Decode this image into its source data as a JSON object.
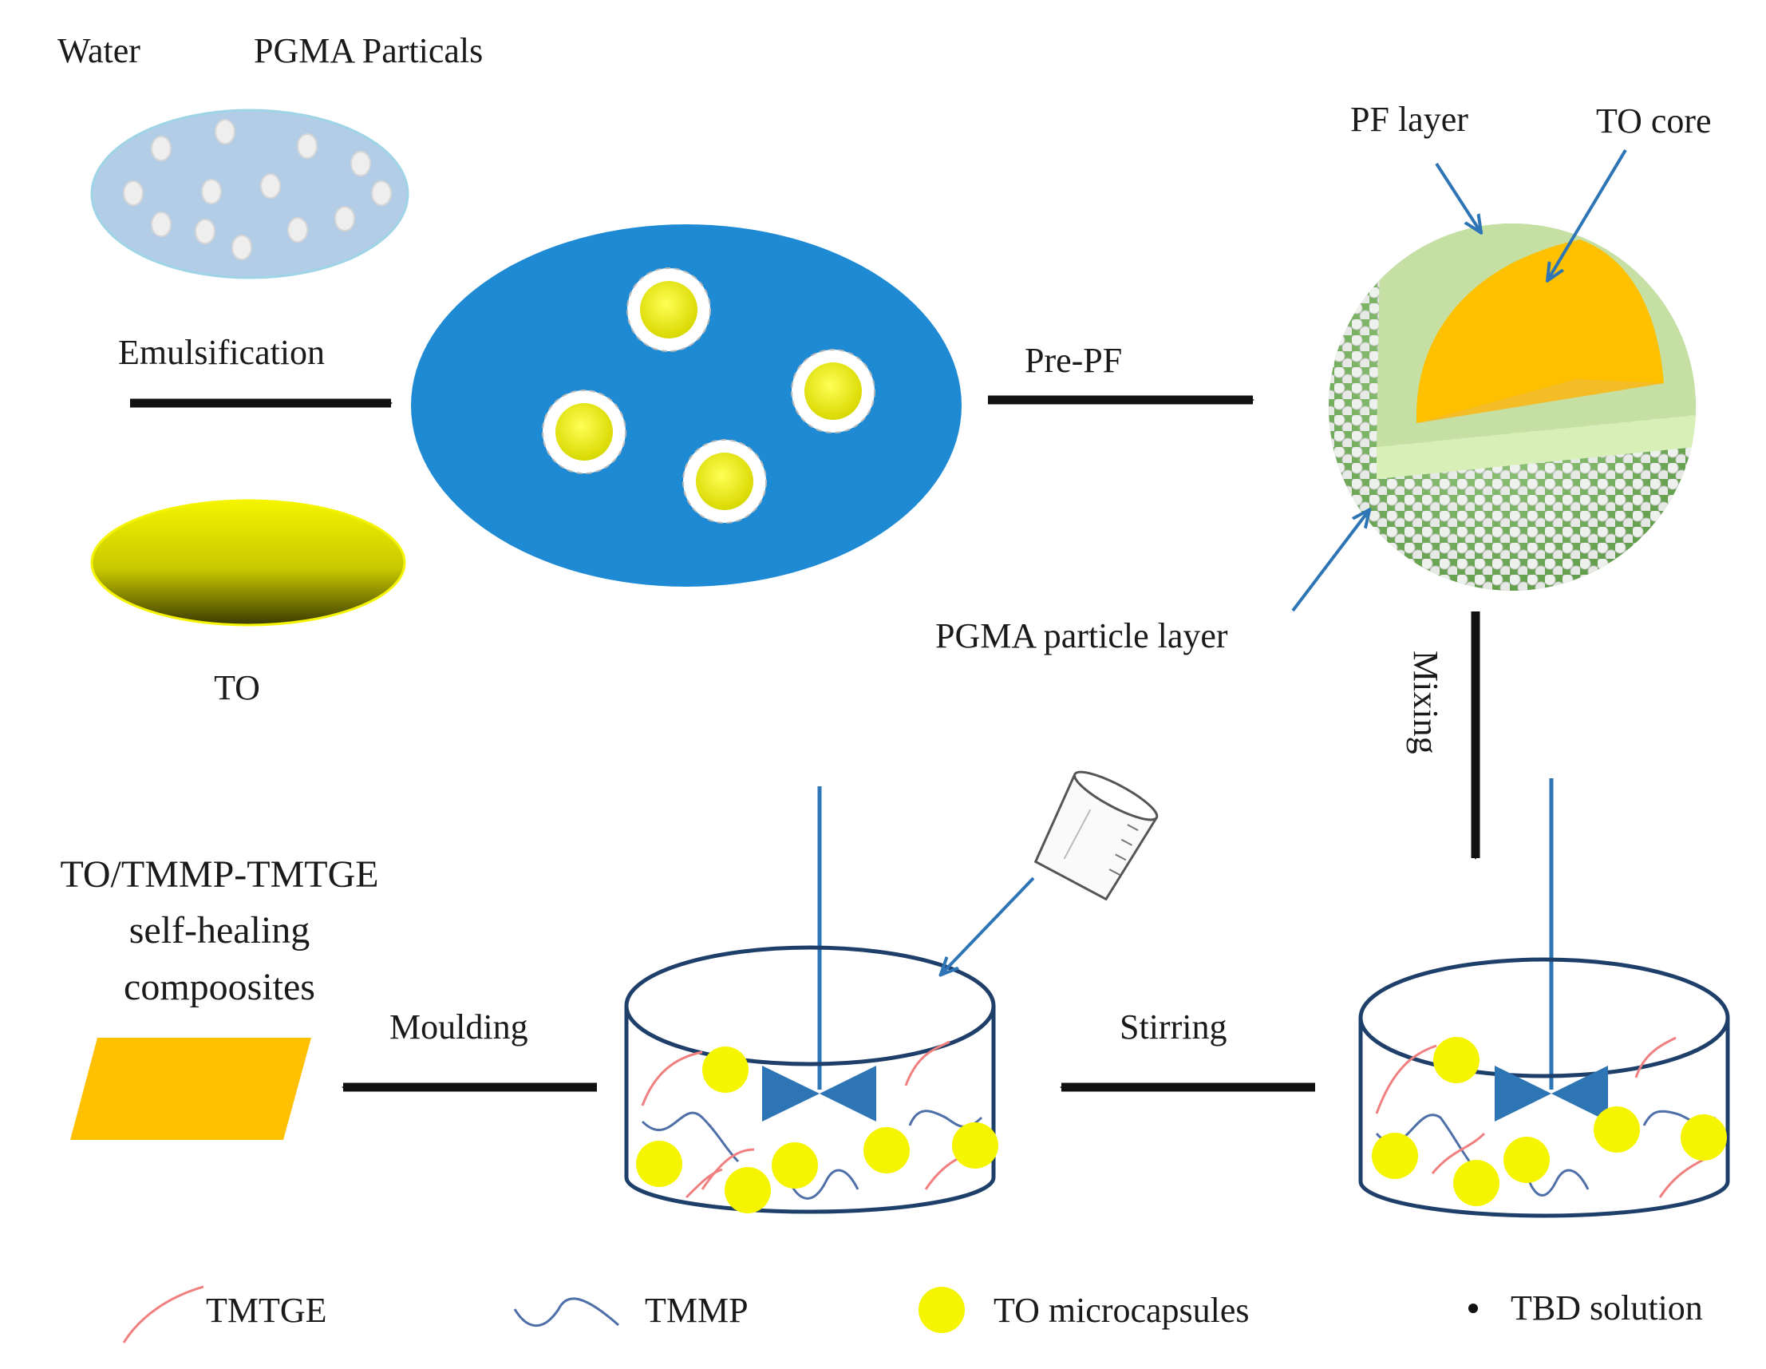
{
  "labels": {
    "water": "Water",
    "pgma_particals": "PGMA Particals",
    "emulsification": "Emulsification",
    "to": "TO",
    "pre_pf": "Pre-PF",
    "pf_layer": "PF layer",
    "to_core": "TO core",
    "pgma_particle_layer": "PGMA  particle layer",
    "mixing": "Mixing",
    "stirring": "Stirring",
    "moulding": "Moulding",
    "product_line1": "TO/TMMP-TMTGE",
    "product_line2": "self-healing",
    "product_line3": "compoosites"
  },
  "legend": {
    "tmtge": "TMTGE",
    "tmmp": "TMMP",
    "to_microcapsules": "TO microcapsules",
    "tbd_solution": "TBD solution"
  },
  "colors": {
    "water_fill": "#b4cde6",
    "emulsion_blue": "#1f8ad4",
    "to_yellow": "#f0f000",
    "core_orange": "#ffc000",
    "pf_green": "#c6e0a4",
    "arrow_black": "#111111",
    "pointer_blue": "#2e75b6",
    "tmtge_red": "#f08080",
    "tmmp_blue": "#4f6fa8"
  }
}
